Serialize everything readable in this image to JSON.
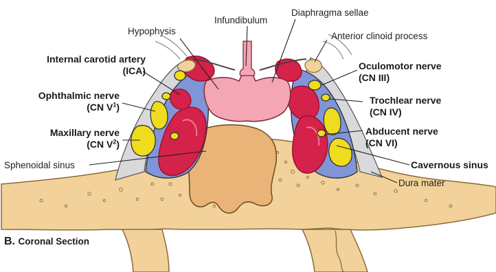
{
  "labels": {
    "infundibulum": "Infundibulum",
    "diaphragma_sellae": "Diaphragma sellae",
    "hypophysis": "Hypophysis",
    "anterior_clinoid": "Anterior clinoid process",
    "ica_line1": "Internal carotid artery",
    "ica_line2": "(ICA)",
    "oculomotor_line1": "Oculomotor nerve",
    "oculomotor_line2": "(CN III)",
    "ophthalmic_line1": "Ophthalmic nerve",
    "ophthalmic_line2_pre": "(CN V",
    "ophthalmic_sup": "1",
    "ophthalmic_line2_post": ")",
    "trochlear_line1": "Trochlear nerve",
    "trochlear_line2": "(CN IV)",
    "maxillary_line1": "Maxillary nerve",
    "maxillary_line2_pre": "(CN V",
    "maxillary_sup": "2",
    "maxillary_line2_post": ")",
    "abducent_line1": "Abducent nerve",
    "abducent_line2": "(CN VI)",
    "cavernous_sinus": "Cavernous sinus",
    "sphenoidal_sinus": "Sphenoidal sinus",
    "dura_mater": "Dura mater",
    "section_letter": "B.",
    "section_name": "Coronal Section"
  },
  "colors": {
    "bone": "#f2d29a",
    "bone_edge": "#8a6a3a",
    "sinus_air": "#eab378",
    "hypophysis": "#f4a6b4",
    "artery": "#d4224a",
    "artery_dark": "#9a1030",
    "venous": "#7f95d8",
    "nerve": "#f0dc1e",
    "dura": "#d9d9dc",
    "line": "#222222"
  }
}
